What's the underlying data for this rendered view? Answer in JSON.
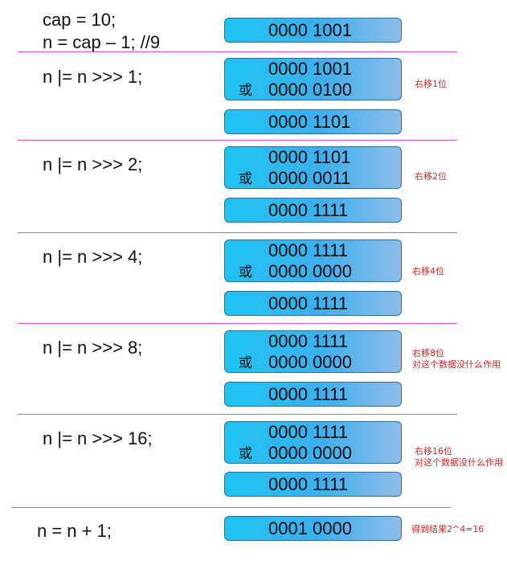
{
  "init": {
    "line1": "cap = 10;",
    "line2": "n = cap – 1; //9",
    "result": "0000 1001"
  },
  "steps": [
    {
      "code": "n |= n >>> 1;",
      "a": "0000 1001",
      "or": "或",
      "b": "0000 0100",
      "result": "0000 1101",
      "note1": "右移1位",
      "note2": ""
    },
    {
      "code": "n |= n >>> 2;",
      "a": "0000 1101",
      "or": "或",
      "b": "0000 0011",
      "result": "0000 1111",
      "note1": "右移2位",
      "note2": ""
    },
    {
      "code": "n |= n >>> 4;",
      "a": "0000 1111",
      "or": "或",
      "b": "0000 0000",
      "result": "0000 1111",
      "note1": "右移4位",
      "note2": ""
    },
    {
      "code": "n |= n >>> 8;",
      "a": "0000 1111",
      "or": "或",
      "b": "0000 0000",
      "result": "0000 1111",
      "note1": "右移8位",
      "note2": "对这个数据没什么作用"
    },
    {
      "code": "n |= n >>> 16;",
      "a": "0000 1111",
      "or": "或",
      "b": "0000 0000",
      "result": "0000 1111",
      "note1": "右移16位",
      "note2": "对这个数据没什么作用"
    }
  ],
  "final": {
    "code": "n = n + 1;",
    "result": "0001 0000",
    "note": "得到结果2^4=16"
  }
}
